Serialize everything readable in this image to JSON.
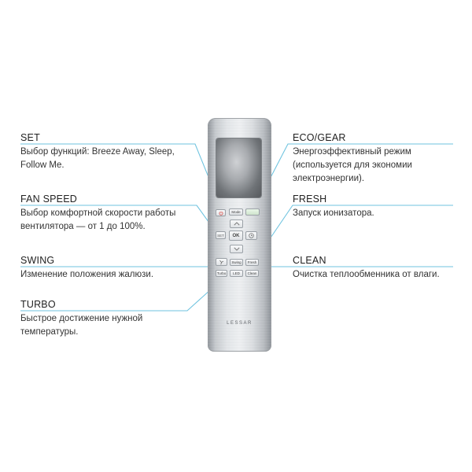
{
  "annotations": {
    "set": {
      "title": "SET",
      "description": "Выбор функций: Breeze Away, Sleep, Follow Me."
    },
    "fan_speed": {
      "title": "FAN SPEED",
      "description": "Выбор комфортной скорости работы вентилятора — от 1 до 100%."
    },
    "swing": {
      "title": "SWING",
      "description": "Изменение положения жалюзи."
    },
    "turbo": {
      "title": "TURBO",
      "description": "Быстрое достижение нужной температуры."
    },
    "eco_gear": {
      "title": "ECO/GEAR",
      "description": "Энергоэффективный режим (используется для экономии электроэнергии)."
    },
    "fresh": {
      "title": "FRESH",
      "description": "Запуск ионизатора."
    },
    "clean": {
      "title": "CLEAN",
      "description": "Очистка теплообменника от влаги."
    }
  },
  "remote": {
    "brand": "LESSAR",
    "buttons": {
      "mode": "Mode",
      "set": "SET",
      "ok": "OK",
      "swing": "Swing",
      "fresh": "Fresh",
      "turbo": "Turbo",
      "led": "LED",
      "clean": "Clean"
    }
  },
  "colors": {
    "callout_line": "#6fc3df"
  }
}
